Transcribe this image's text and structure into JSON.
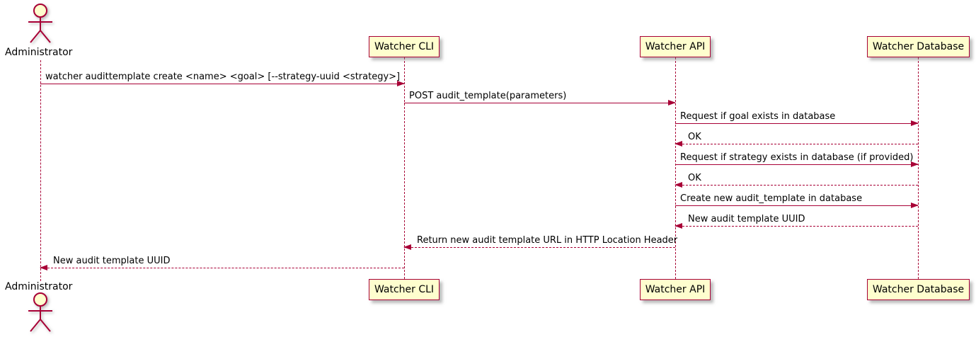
{
  "diagram": {
    "type": "sequence",
    "colors": {
      "participant_fill": "#FEFECE",
      "line_and_border": "#A80036",
      "text": "#000000",
      "background": "#FFFFFF"
    },
    "actor": {
      "name": "Administrator"
    },
    "participants": [
      {
        "label": "Watcher CLI"
      },
      {
        "label": "Watcher API"
      },
      {
        "label": "Watcher Database"
      }
    ],
    "messages": [
      {
        "from": "Administrator",
        "to": "Watcher CLI",
        "style": "solid",
        "label": "watcher audittemplate create <name> <goal> [--strategy-uuid <strategy>]"
      },
      {
        "from": "Watcher CLI",
        "to": "Watcher API",
        "style": "solid",
        "label": "POST audit_template(parameters)"
      },
      {
        "from": "Watcher API",
        "to": "Watcher Database",
        "style": "solid",
        "label": "Request if goal exists in database"
      },
      {
        "from": "Watcher Database",
        "to": "Watcher API",
        "style": "dashed",
        "label": "OK"
      },
      {
        "from": "Watcher API",
        "to": "Watcher Database",
        "style": "solid",
        "label": "Request if strategy exists in database (if provided)"
      },
      {
        "from": "Watcher Database",
        "to": "Watcher API",
        "style": "dashed",
        "label": "OK"
      },
      {
        "from": "Watcher API",
        "to": "Watcher Database",
        "style": "solid",
        "label": "Create new audit_template in database"
      },
      {
        "from": "Watcher Database",
        "to": "Watcher API",
        "style": "dashed",
        "label": "New audit template UUID"
      },
      {
        "from": "Watcher API",
        "to": "Watcher CLI",
        "style": "dashed",
        "label": "Return new audit template URL in HTTP Location Header"
      },
      {
        "from": "Watcher CLI",
        "to": "Administrator",
        "style": "dashed",
        "label": "New audit template UUID"
      }
    ]
  }
}
